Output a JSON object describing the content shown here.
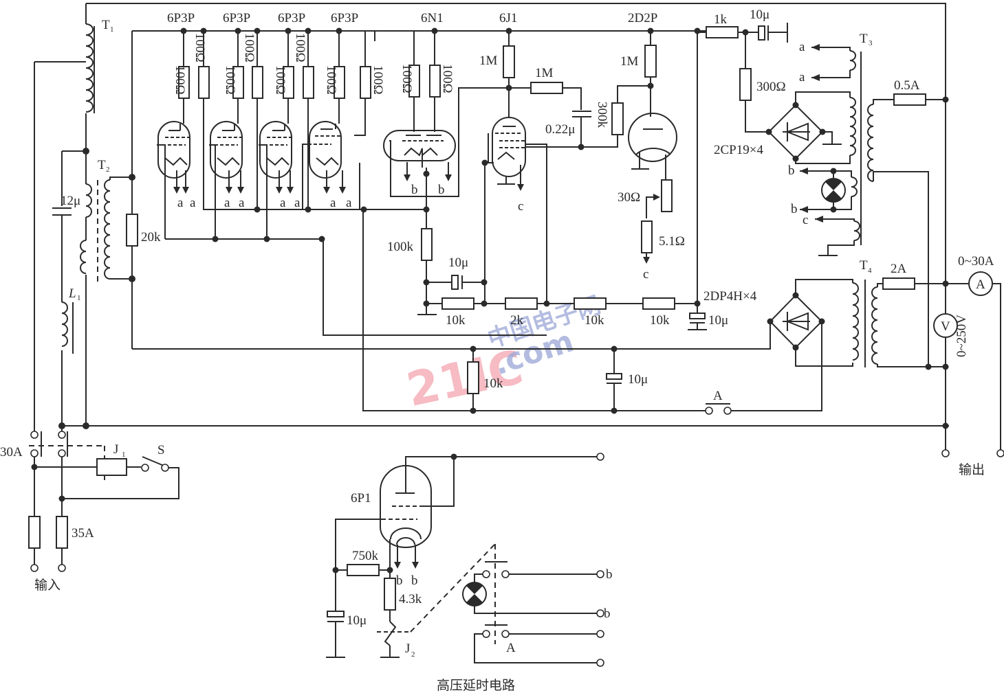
{
  "diagram": {
    "type": "circuit-schematic",
    "caption_sub": "高压延时电路",
    "watermark": {
      "main": "21IC",
      "cn": "中国电子网",
      "domain": ".com"
    },
    "tubes": {
      "power_1": "6P3P",
      "power_2": "6P3P",
      "power_3": "6P3P",
      "power_4": "6P3P",
      "driver": "6N1",
      "amp": "6J1",
      "rectifier": "2D2P",
      "delay": "6P1"
    },
    "transformers": {
      "t1": "T",
      "t1_sub": "1",
      "t2": "T",
      "t2_sub": "2",
      "t3": "T",
      "t3_sub": "3",
      "t4": "T",
      "t4_sub": "4"
    },
    "inductor": {
      "name": "L",
      "sub": "1"
    },
    "resistors": {
      "grid_100": "100Ω",
      "r20k": "20k",
      "r100k": "100k",
      "r10k_a": "10k",
      "r2k": "2k",
      "r10k_b": "10k",
      "r10k_c": "10k",
      "r10k_d": "10k",
      "r1M_a": "1M",
      "r1M_b": "1M",
      "r1M_c": "1M",
      "r300k": "300k",
      "r30": "30Ω",
      "r5_1": "5.1Ω",
      "r1k": "1k",
      "r300": "300Ω",
      "r750k": "750k",
      "r4_3k": "4.3k"
    },
    "capacitors": {
      "c12u": "12μ",
      "c022u": "0.22μ",
      "c10u_a": "10μ",
      "c10u_b": "10μ",
      "c10u_c": "10μ",
      "c10u_d": "10μ",
      "c10u_e": "10μ"
    },
    "rectifier_bridges": {
      "low": "2CP19×4",
      "high": "2DP4H×4"
    },
    "fuses": {
      "f05": "0.5A",
      "f2": "2A",
      "f35": "35A"
    },
    "switches": {
      "breaker": "30A",
      "relay1": "J",
      "relay1_sub": "1",
      "relay2": "J",
      "relay2_sub": "2",
      "s": "S",
      "a": "A",
      "a_sub": "A"
    },
    "meters": {
      "ammeter": "A",
      "ammeter_range": "0~30A",
      "voltmeter": "V",
      "voltmeter_range": "0~250V"
    },
    "io": {
      "input": "输入",
      "output": "输出"
    },
    "nodes": {
      "a": "a",
      "b": "b",
      "c": "c"
    }
  }
}
